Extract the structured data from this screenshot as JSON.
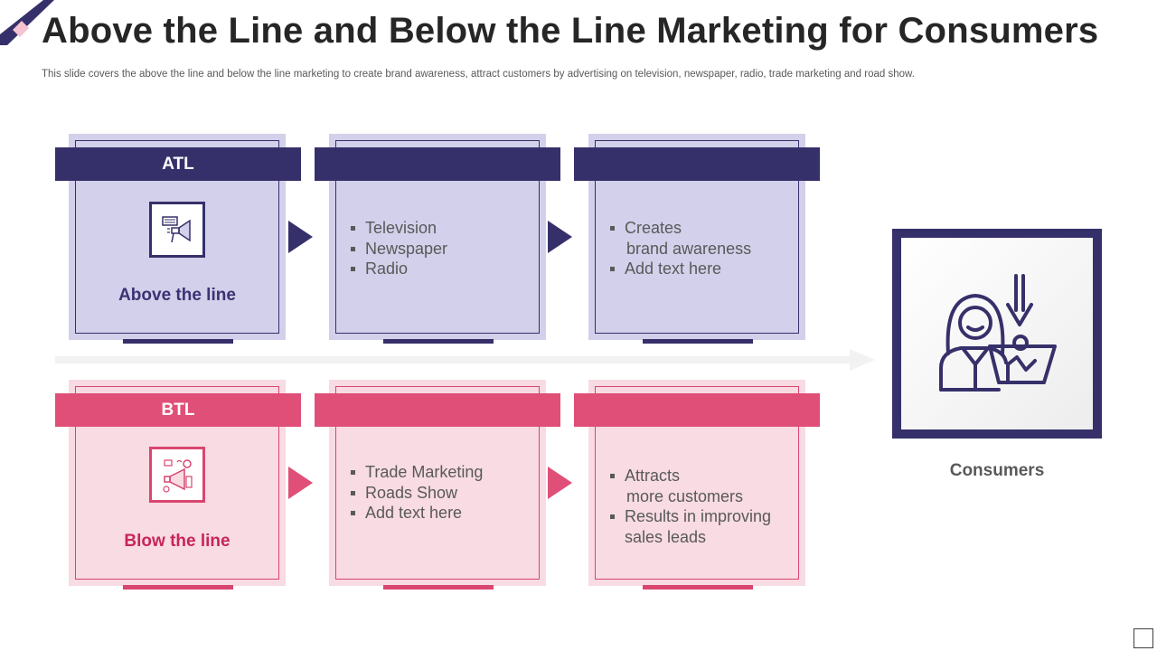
{
  "title": "Above the Line and Below the Line Marketing for Consumers",
  "subtitle": "This slide covers the above the line and below the line marketing to create brand awareness, attract customers by advertising on television, newspaper, radio, trade marketing and road show.",
  "colors": {
    "navy": "#36306a",
    "navy_light": "#d2d0ea",
    "pink": "#df4f77",
    "pink_light": "#f8dbe3",
    "gray_text": "#595959"
  },
  "atl": {
    "band_label": "ATL",
    "icon": "megaphone-icon",
    "label": "Above the line",
    "channels": [
      "Television",
      "Newspaper",
      "Radio"
    ],
    "outcomes": [
      {
        "first": "Creates",
        "cont": "brand awareness"
      },
      {
        "first": "Add text here",
        "cont": ""
      }
    ]
  },
  "btl": {
    "band_label": "BTL",
    "icon": "social-megaphone-icon",
    "label": "Blow the line",
    "channels": [
      "Trade Marketing",
      "Roads Show",
      "Add text here"
    ],
    "outcomes": [
      {
        "first": "Attracts",
        "cont": "more customers"
      },
      {
        "first": "Results in improving",
        "cont": "sales leads"
      }
    ]
  },
  "consumers": {
    "icon": "consumer-shopping-icon",
    "label": "Consumers"
  }
}
